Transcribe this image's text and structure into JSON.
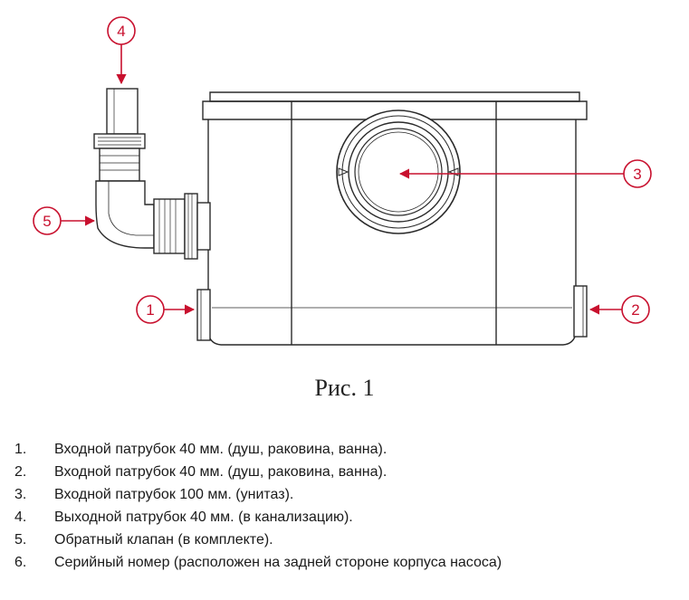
{
  "callouts": [
    "1",
    "2",
    "3",
    "4",
    "5"
  ],
  "caption": "Рис. 1",
  "legend": [
    {
      "num": "1.",
      "text": "Входной патрубок 40 мм. (душ, раковина, ванна)."
    },
    {
      "num": "2.",
      "text": "Входной патрубок 40 мм. (душ, раковина, ванна)."
    },
    {
      "num": "3.",
      "text": "Входной патрубок 100 мм. (унитаз)."
    },
    {
      "num": "4.",
      "text": "Выходной патрубок 40 мм. (в канализацию)."
    },
    {
      "num": "5.",
      "text": "Обратный клапан (в комплекте)."
    },
    {
      "num": "6.",
      "text": "Серийный номер (расположен на задней стороне корпуса насоса)"
    }
  ],
  "colors": {
    "accent": "#c8102e",
    "line": "#2a2a2a"
  }
}
